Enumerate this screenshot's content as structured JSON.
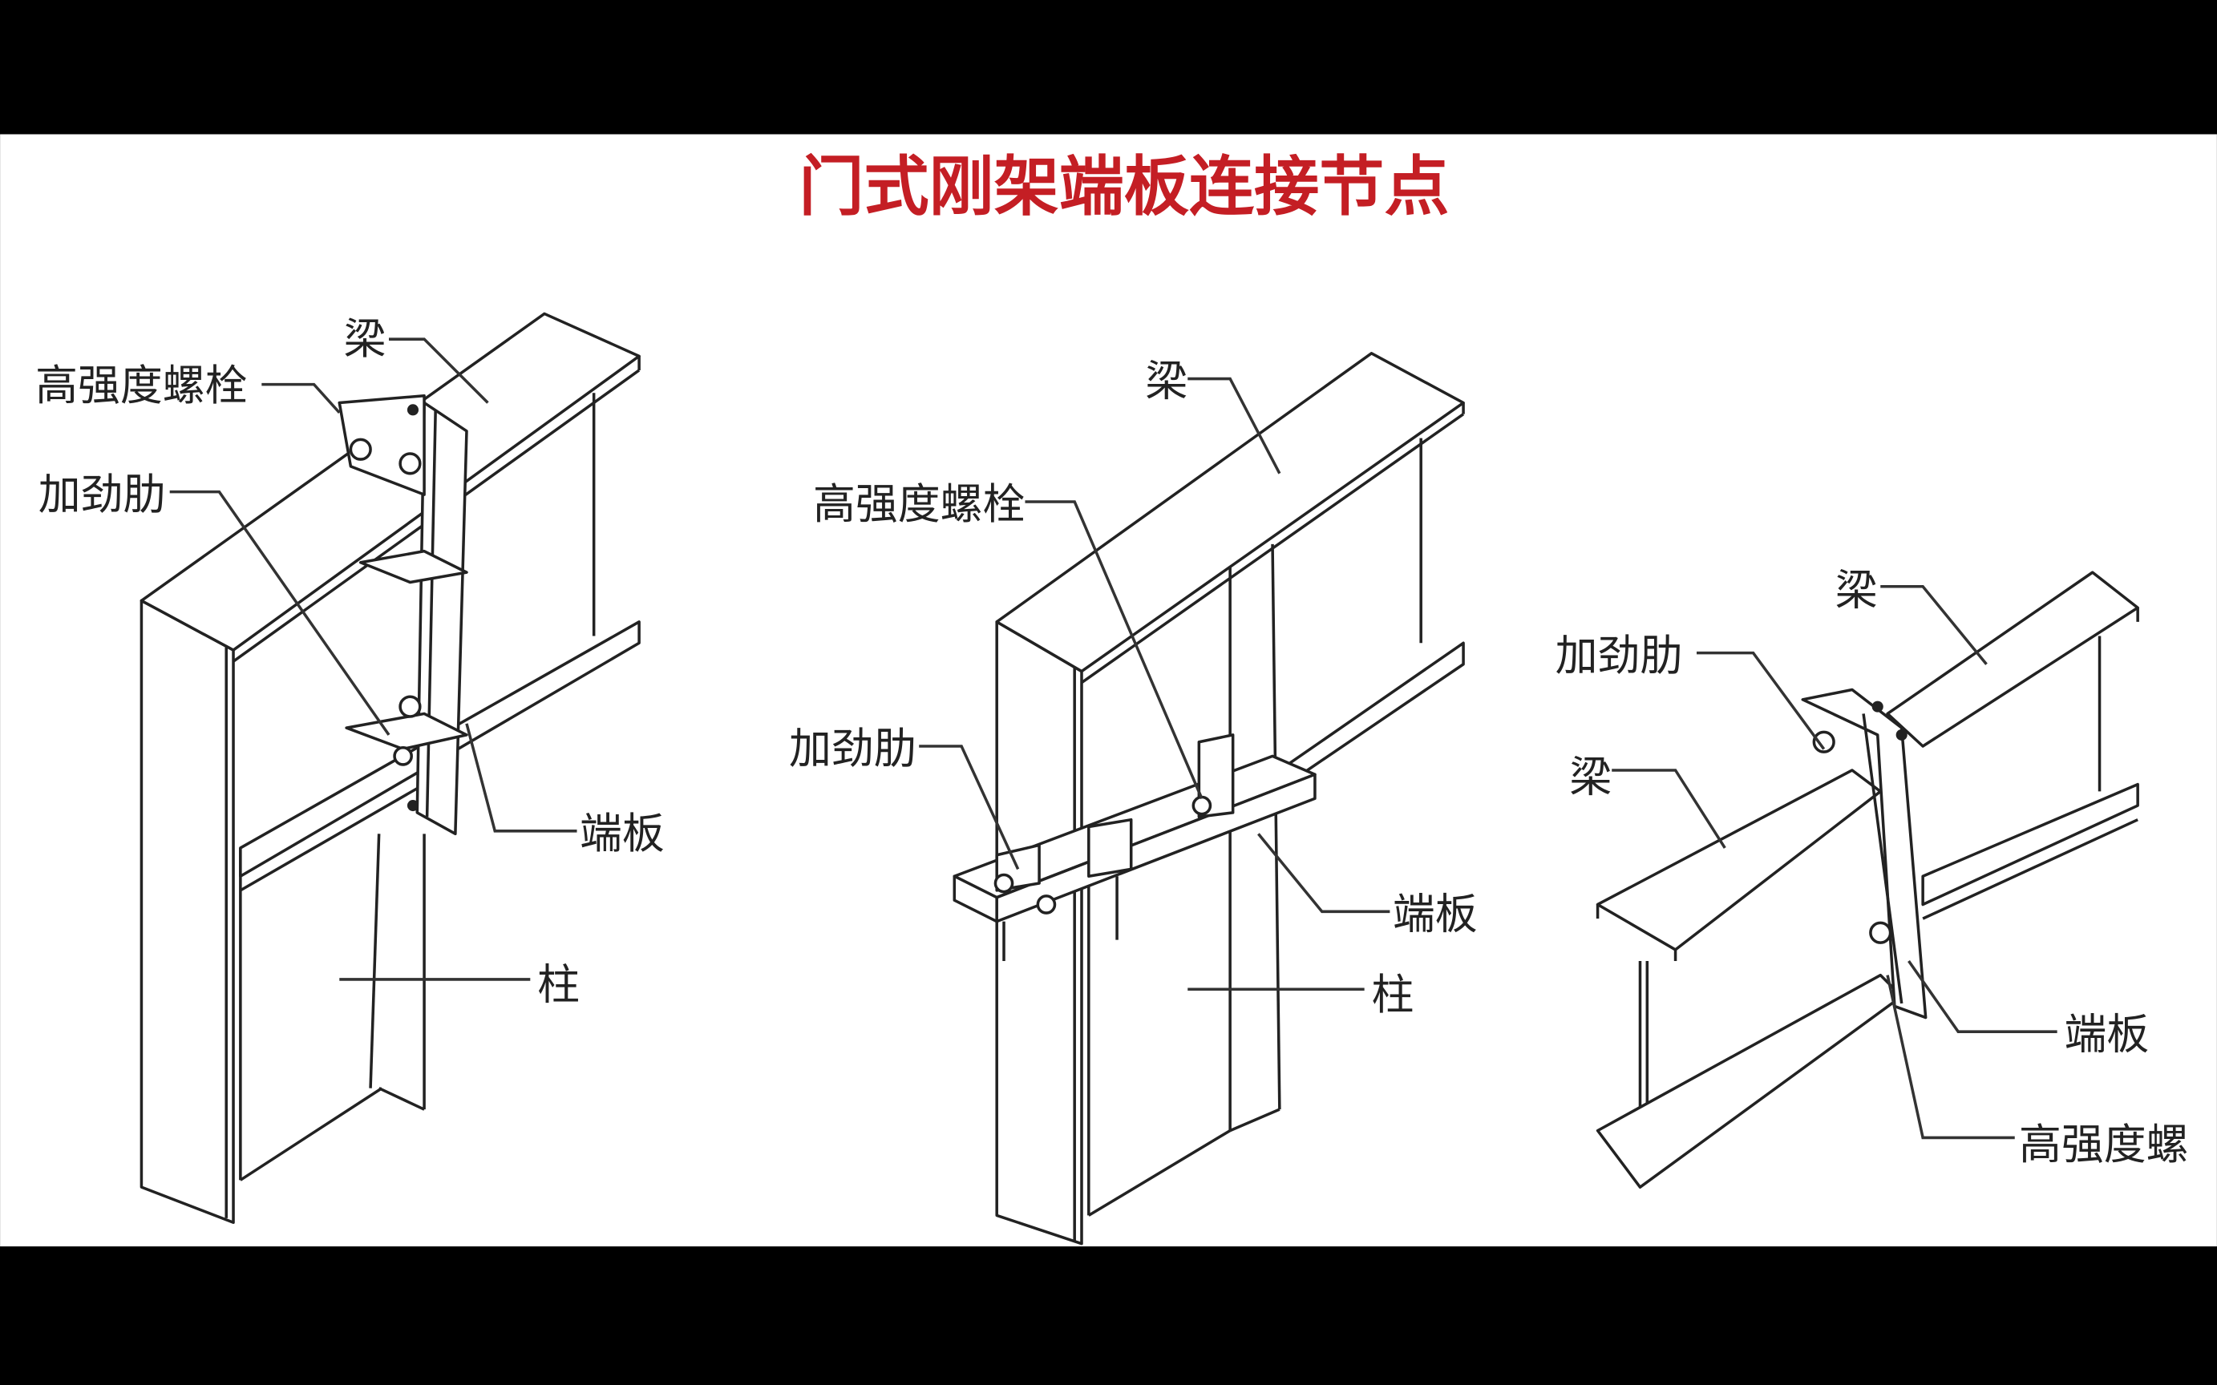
{
  "title": "门式刚架端板连接节点",
  "colors": {
    "title": "#c41e24",
    "background": "#ffffff",
    "letterbox": "#000000",
    "lines": "#222222"
  },
  "diagram_1": {
    "labels": {
      "beam": "梁",
      "bolt": "高强度螺栓",
      "stiffener": "加劲肋",
      "end_plate": "端板",
      "column": "柱"
    }
  },
  "diagram_2": {
    "labels": {
      "beam": "梁",
      "bolt": "高强度螺栓",
      "stiffener": "加劲肋",
      "end_plate": "端板",
      "column": "柱"
    }
  },
  "diagram_3": {
    "labels": {
      "beam_upper": "梁",
      "stiffener": "加劲肋",
      "beam_lower": "梁",
      "end_plate": "端板",
      "bolt": "高强度螺"
    }
  }
}
